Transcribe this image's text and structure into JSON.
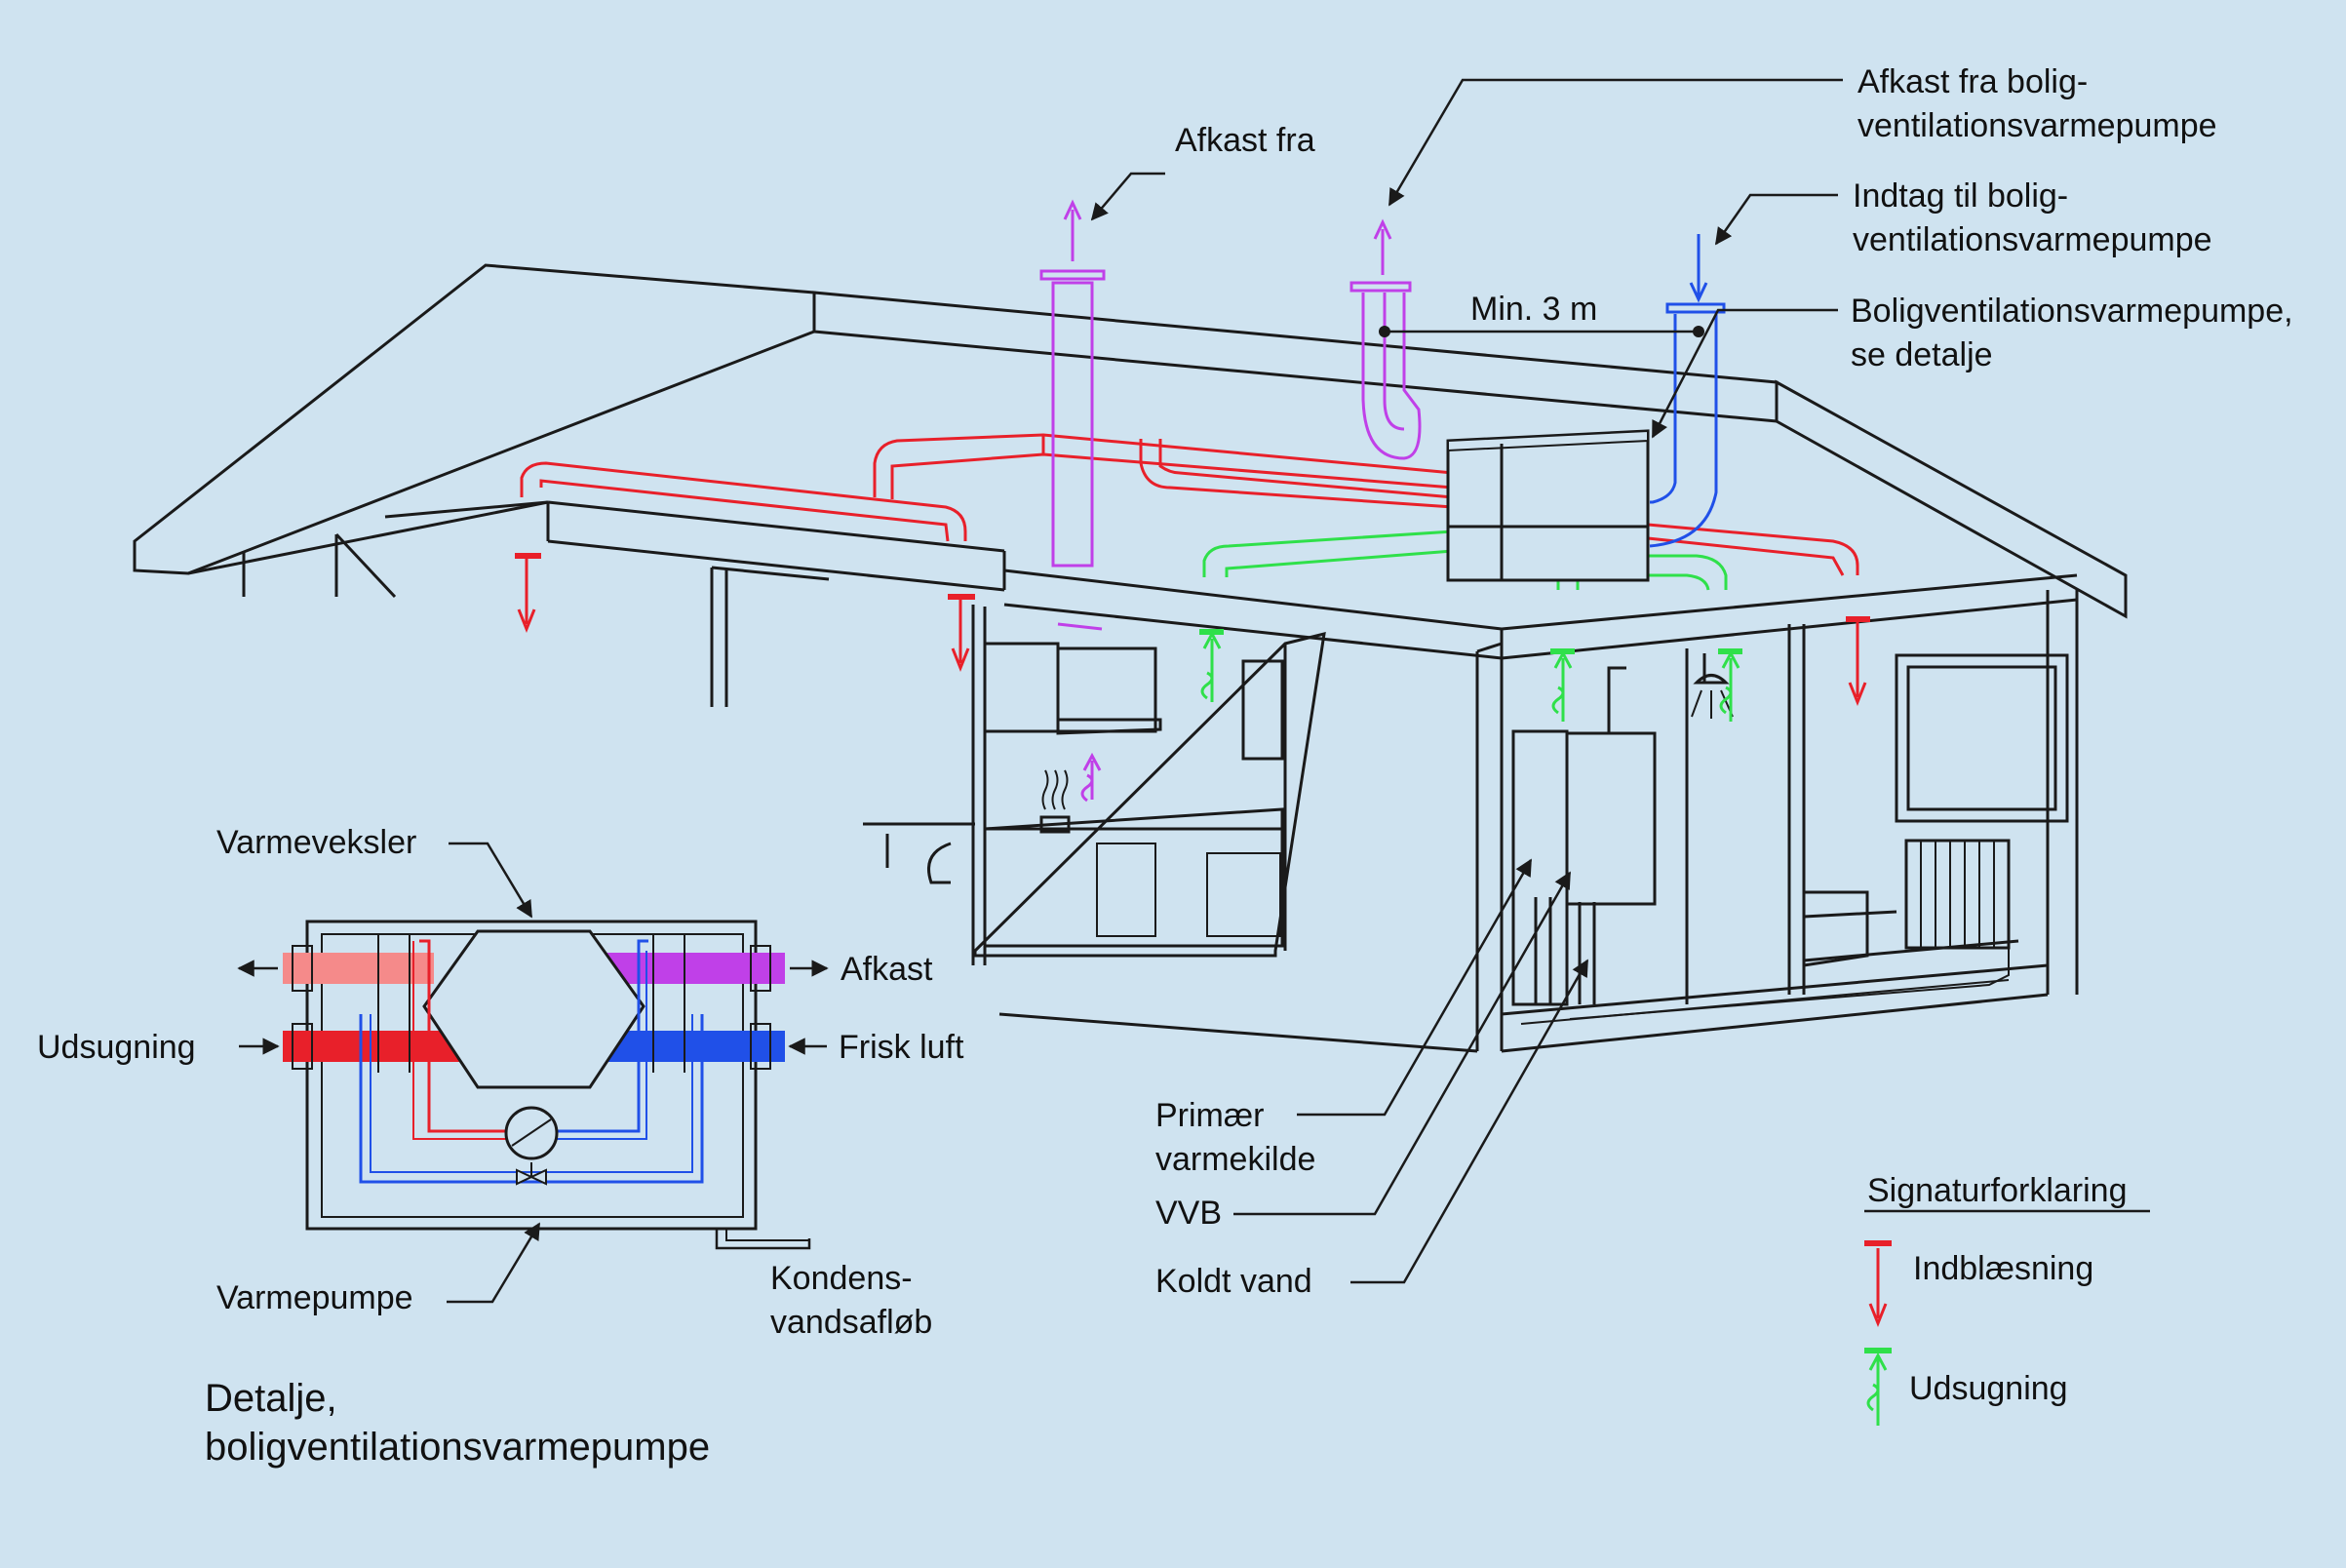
{
  "colors": {
    "background": "#cfe3f0",
    "supply_red": "#e8202a",
    "extract_green": "#2fe04a",
    "exhaust_purple": "#c040e8",
    "intake_blue": "#2050e8",
    "light_red": "#f58a8a",
    "line": "#1a1a1a"
  },
  "labels": {
    "afkast_fra": "Afkast fra",
    "afkast_bolig_line1": "Afkast fra bolig-",
    "afkast_bolig_line2": "ventilationsvarmepumpe",
    "indtag_line1": "Indtag til bolig-",
    "indtag_line2": "ventilationsvarmepumpe",
    "min_distance": "Min. 3 m",
    "bvp_line1": "Boligventilationsvarmepumpe,",
    "bvp_line2": "se detalje",
    "primaer_line1": "Primær",
    "primaer_line2": "varmekilde",
    "vvb": "VVB",
    "koldt_vand": "Koldt vand"
  },
  "detail": {
    "title_line1": "Detalje,",
    "title_line2": "boligventilationsvarmepumpe",
    "varmeveksler": "Varmeveksler",
    "afkast": "Afkast",
    "udsugning": "Udsugning",
    "frisk_luft": "Frisk luft",
    "varmepumpe": "Varmepumpe",
    "kondens_line1": "Kondens-",
    "kondens_line2": "vandsafløb"
  },
  "legend": {
    "title": "Signaturforklaring",
    "items": [
      {
        "label": "Indblæsning",
        "symbol": "supply-arrow",
        "color": "#e8202a"
      },
      {
        "label": "Udsugning",
        "symbol": "extract-arrow",
        "color": "#2fe04a"
      }
    ]
  }
}
